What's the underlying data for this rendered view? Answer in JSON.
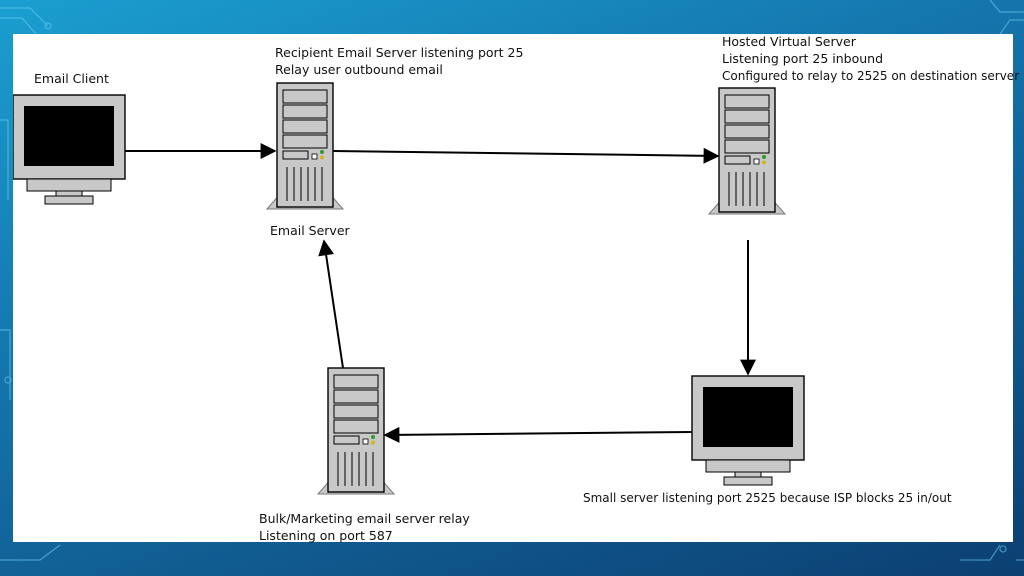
{
  "colors": {
    "background_top": "#1b9fd0",
    "background_bottom": "#0c3f72",
    "slide": "#ffffff",
    "device_fill": "#c8c8c8",
    "screen": "#000000"
  },
  "nodes": {
    "email_client": {
      "title": "Email Client",
      "icon": "monitor-icon"
    },
    "email_server": {
      "top_line_1": "Recipient Email Server listening port 25",
      "top_line_2": "Relay user outbound email",
      "caption": "Email Server",
      "icon": "server-tower-icon"
    },
    "hosted_virtual_server": {
      "line_1": "Hosted Virtual Server",
      "line_2": "Listening port 25 inbound",
      "line_3": "Configured to relay to 2525 on destination server",
      "icon": "server-tower-icon"
    },
    "small_server": {
      "caption": "Small server listening port 2525 because ISP blocks 25 in/out",
      "icon": "monitor-icon"
    },
    "bulk_relay": {
      "line_1": "Bulk/Marketing email server relay",
      "line_2": "Listening on port 587",
      "icon": "server-tower-icon"
    }
  },
  "edges": [
    {
      "from": "Email Client",
      "to": "Email Server"
    },
    {
      "from": "Email Server",
      "to": "Hosted Virtual Server"
    },
    {
      "from": "Hosted Virtual Server",
      "to": "Small server"
    },
    {
      "from": "Small server",
      "to": "Bulk/Marketing email server relay"
    },
    {
      "from": "Bulk/Marketing email server relay",
      "to": "Email Server"
    }
  ]
}
